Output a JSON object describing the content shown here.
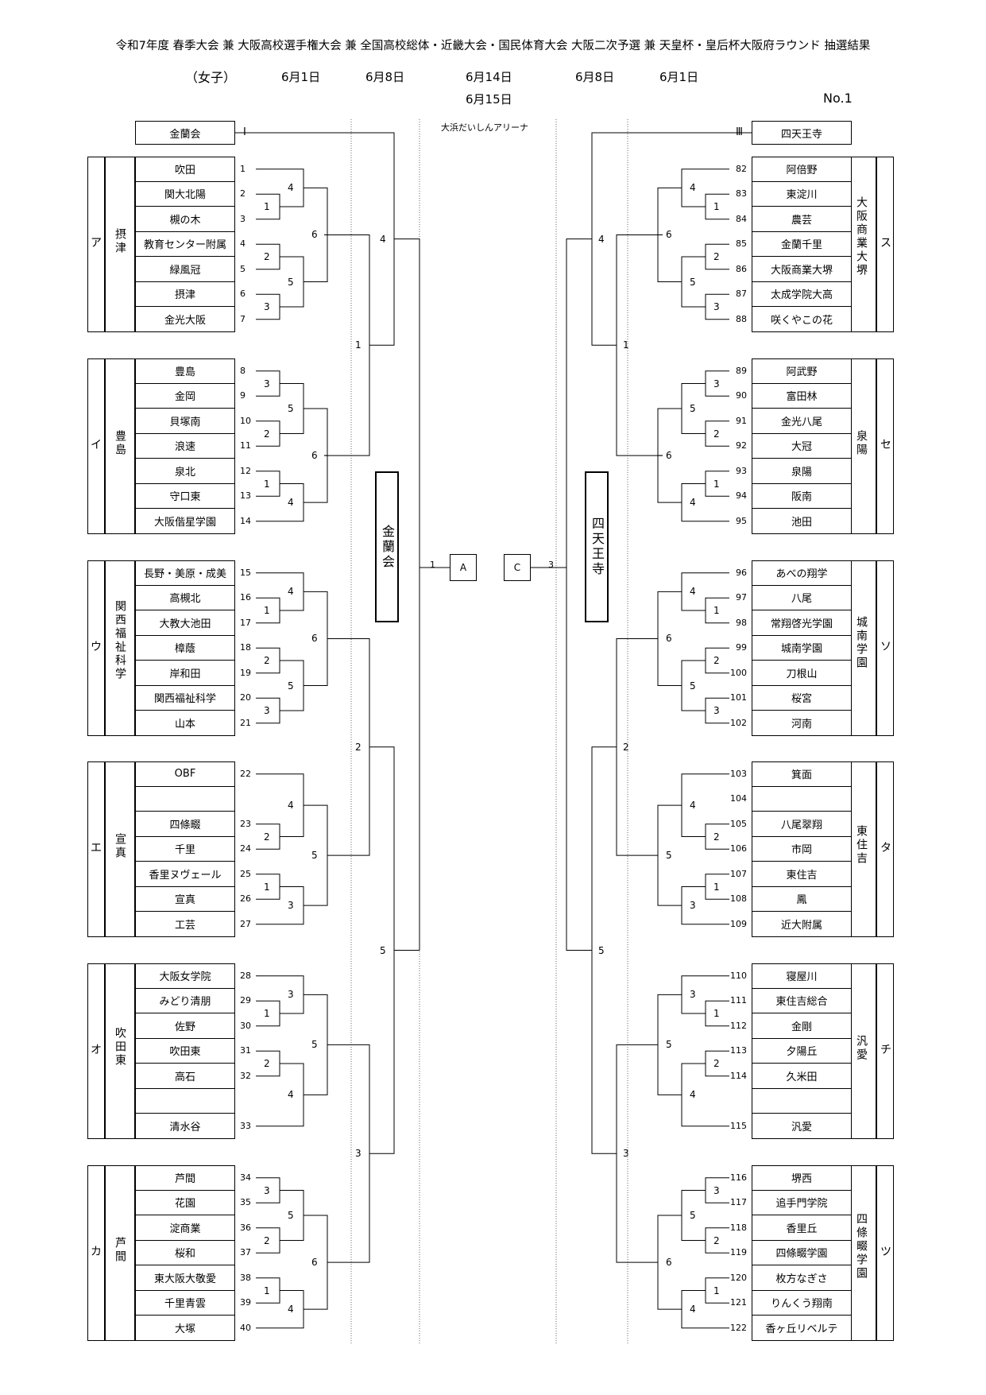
{
  "header": {
    "title": "令和7年度 春季大会 兼 大阪高校選手権大会 兼 全国高校総体・近畿大会・国民体育大会 大阪二次予選 兼 天皇杯・皇后杯大阪府ラウンド 抽選結果",
    "gender": "（女子）",
    "dates": [
      "6月1日",
      "6月8日",
      "6月14日",
      "6月15日",
      "6月8日",
      "6月1日"
    ],
    "page_no": "No.1",
    "venue": "大浜だいしんアリーナ"
  },
  "seeds": {
    "left": {
      "team": "金蘭会",
      "mark": "Ⅰ"
    },
    "right": {
      "team": "四天王寺",
      "mark": "Ⅲ"
    }
  },
  "center": {
    "left_banner": "金蘭会",
    "right_banner": "四天王寺",
    "left_box": "A",
    "right_box": "C",
    "left_num": "1",
    "right_num": "3"
  },
  "left_blocks": [
    {
      "block": "ア",
      "label": "摂津",
      "teams": [
        {
          "no": "1",
          "name": "吹田"
        },
        {
          "no": "2",
          "name": "関大北陽"
        },
        {
          "no": "3",
          "name": "槻の木"
        },
        {
          "no": "4",
          "name": "教育センター附属"
        },
        {
          "no": "5",
          "name": "緑風冠"
        },
        {
          "no": "6",
          "name": "摂津"
        },
        {
          "no": "7",
          "name": "金光大阪"
        }
      ]
    },
    {
      "block": "イ",
      "label": "豊島",
      "teams": [
        {
          "no": "8",
          "name": "豊島"
        },
        {
          "no": "9",
          "name": "金岡"
        },
        {
          "no": "10",
          "name": "貝塚南"
        },
        {
          "no": "11",
          "name": "浪速"
        },
        {
          "no": "12",
          "name": "泉北"
        },
        {
          "no": "13",
          "name": "守口東"
        },
        {
          "no": "14",
          "name": "大阪偕星学園"
        }
      ]
    },
    {
      "block": "ウ",
      "label": "関西福祉科学",
      "teams": [
        {
          "no": "15",
          "name": "長野・美原・成美"
        },
        {
          "no": "16",
          "name": "高槻北"
        },
        {
          "no": "17",
          "name": "大教大池田"
        },
        {
          "no": "18",
          "name": "樟蔭"
        },
        {
          "no": "19",
          "name": "岸和田"
        },
        {
          "no": "20",
          "name": "関西福祉科学"
        },
        {
          "no": "21",
          "name": "山本"
        }
      ]
    },
    {
      "block": "エ",
      "label": "宣真",
      "teams": [
        {
          "no": "22",
          "name": "OBF"
        },
        {
          "no": "",
          "name": ""
        },
        {
          "no": "23",
          "name": "四條畷"
        },
        {
          "no": "24",
          "name": "千里"
        },
        {
          "no": "25",
          "name": "香里ヌヴェール"
        },
        {
          "no": "26",
          "name": "宣真"
        },
        {
          "no": "27",
          "name": "工芸"
        }
      ]
    },
    {
      "block": "オ",
      "label": "吹田東",
      "teams": [
        {
          "no": "28",
          "name": "大阪女学院"
        },
        {
          "no": "29",
          "name": "みどり清朋"
        },
        {
          "no": "30",
          "name": "佐野"
        },
        {
          "no": "31",
          "name": "吹田東"
        },
        {
          "no": "32",
          "name": "高石"
        },
        {
          "no": "",
          "name": ""
        },
        {
          "no": "33",
          "name": "清水谷"
        }
      ]
    },
    {
      "block": "カ",
      "label": "芦間",
      "teams": [
        {
          "no": "34",
          "name": "芦間"
        },
        {
          "no": "35",
          "name": "花園"
        },
        {
          "no": "36",
          "name": "淀商業"
        },
        {
          "no": "37",
          "name": "桜和"
        },
        {
          "no": "38",
          "name": "東大阪大敬愛"
        },
        {
          "no": "39",
          "name": "千里青雲"
        },
        {
          "no": "40",
          "name": "大塚"
        }
      ]
    }
  ],
  "right_blocks": [
    {
      "block": "ス",
      "label": "大阪商業大堺",
      "teams": [
        {
          "no": "82",
          "name": "阿倍野"
        },
        {
          "no": "83",
          "name": "東淀川"
        },
        {
          "no": "84",
          "name": "農芸"
        },
        {
          "no": "85",
          "name": "金蘭千里"
        },
        {
          "no": "86",
          "name": "大阪商業大堺"
        },
        {
          "no": "87",
          "name": "太成学院大高"
        },
        {
          "no": "88",
          "name": "咲くやこの花"
        }
      ]
    },
    {
      "block": "セ",
      "label": "泉陽",
      "teams": [
        {
          "no": "89",
          "name": "阿武野"
        },
        {
          "no": "90",
          "name": "富田林"
        },
        {
          "no": "91",
          "name": "金光八尾"
        },
        {
          "no": "92",
          "name": "大冠"
        },
        {
          "no": "93",
          "name": "泉陽"
        },
        {
          "no": "94",
          "name": "阪南"
        },
        {
          "no": "95",
          "name": "池田"
        }
      ]
    },
    {
      "block": "ソ",
      "label": "城南学園",
      "teams": [
        {
          "no": "96",
          "name": "あべの翔学"
        },
        {
          "no": "97",
          "name": "八尾"
        },
        {
          "no": "98",
          "name": "常翔啓光学園"
        },
        {
          "no": "99",
          "name": "城南学園"
        },
        {
          "no": "100",
          "name": "刀根山"
        },
        {
          "no": "101",
          "name": "桜宮"
        },
        {
          "no": "102",
          "name": "河南"
        }
      ]
    },
    {
      "block": "タ",
      "label": "東住吉",
      "teams": [
        {
          "no": "103",
          "name": "箕面"
        },
        {
          "no": "104",
          "name": ""
        },
        {
          "no": "105",
          "name": "八尾翠翔"
        },
        {
          "no": "106",
          "name": "市岡"
        },
        {
          "no": "107",
          "name": "東住吉"
        },
        {
          "no": "108",
          "name": "鳳"
        },
        {
          "no": "109",
          "name": "近大附属"
        }
      ]
    },
    {
      "block": "チ",
      "label": "汎愛",
      "teams": [
        {
          "no": "110",
          "name": "寝屋川"
        },
        {
          "no": "111",
          "name": "東住吉総合"
        },
        {
          "no": "112",
          "name": "金剛"
        },
        {
          "no": "113",
          "name": "夕陽丘"
        },
        {
          "no": "114",
          "name": "久米田"
        },
        {
          "no": "",
          "name": ""
        },
        {
          "no": "115",
          "name": "汎愛"
        }
      ]
    },
    {
      "block": "ツ",
      "label": "四條畷学園",
      "teams": [
        {
          "no": "116",
          "name": "堺西"
        },
        {
          "no": "117",
          "name": "追手門学院"
        },
        {
          "no": "118",
          "name": "香里丘"
        },
        {
          "no": "119",
          "name": "四條畷学園"
        },
        {
          "no": "120",
          "name": "枚方なぎさ"
        },
        {
          "no": "121",
          "name": "りんくう翔南"
        },
        {
          "no": "122",
          "name": "香ヶ丘リベルテ"
        }
      ]
    }
  ],
  "left_blocks_rounds": [
    [
      "1",
      "2",
      "3",
      "4",
      "5",
      "6"
    ],
    [
      "1",
      "2",
      "3",
      "4",
      "5",
      "6"
    ],
    [
      "1",
      "2",
      "3",
      "4",
      "5",
      "6"
    ],
    [
      "1",
      "2",
      "3",
      "4",
      "5"
    ],
    [
      "1",
      "2",
      "3",
      "4",
      "5"
    ],
    [
      "1",
      "2",
      "3",
      "4",
      "5",
      "6"
    ]
  ],
  "right_blocks_rounds": [
    [
      "1",
      "2",
      "3",
      "4",
      "5",
      "6"
    ],
    [
      "1",
      "2",
      "3",
      "4",
      "5",
      "6"
    ],
    [
      "1",
      "2",
      "3",
      "4",
      "5",
      "6"
    ],
    [
      "1",
      "2",
      "3",
      "4",
      "5"
    ],
    [
      "1",
      "2",
      "3",
      "4",
      "5"
    ],
    [
      "1",
      "2",
      "3",
      "4",
      "5",
      "6"
    ]
  ],
  "left_upper_rounds": [
    "4",
    "1",
    "2",
    "5",
    "3"
  ],
  "right_upper_rounds": [
    "4",
    "1",
    "2",
    "5",
    "3"
  ]
}
